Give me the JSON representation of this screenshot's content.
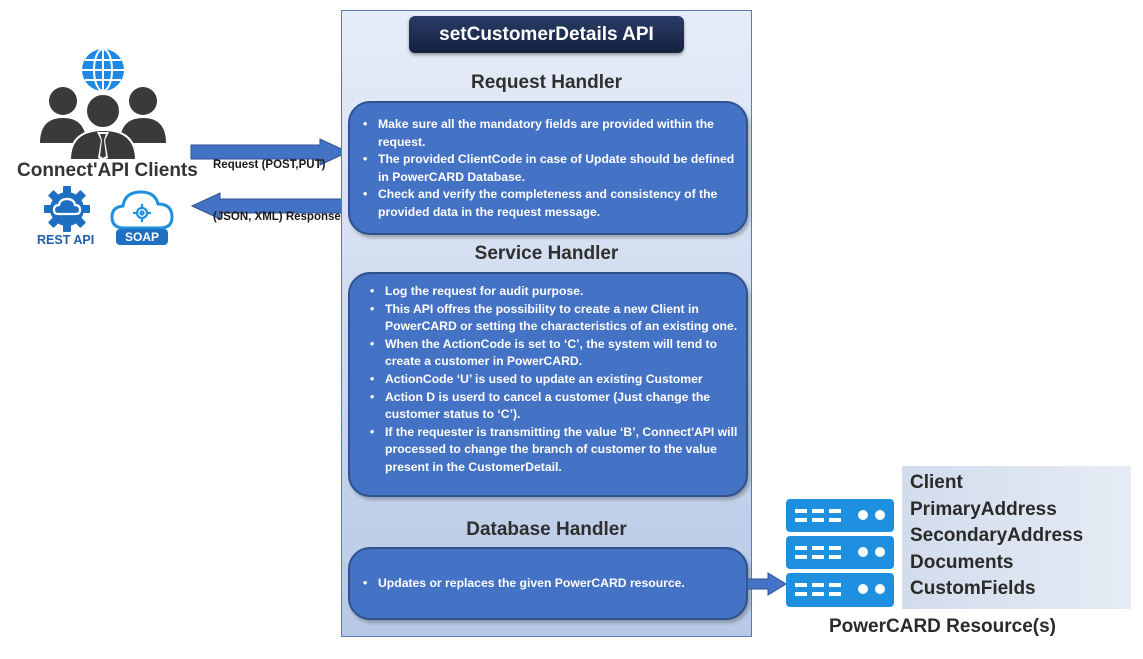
{
  "api": {
    "title": "setCustomerDetails  API"
  },
  "clients": {
    "label": "Connect'API Clients",
    "rest_label": "REST API",
    "soap_label": "SOAP",
    "request_label": "Request (POST,PUT)",
    "response_label": "(JSON, XML) Response"
  },
  "request_handler": {
    "title": "Request Handler",
    "items": [
      "Make sure all the mandatory fields are provided within the request.",
      "The provided ClientCode in case of Update should be defined in PowerCARD Database.",
      "Check and verify the completeness and consistency of the provided data in the request message."
    ]
  },
  "service_handler": {
    "title": "Service Handler",
    "items": [
      "Log the request for audit purpose.",
      "This API offres the possibility to create a new Client in PowerCARD or setting the characteristics of an existing one.",
      "When the ActionCode is set to ‘C’, the system will tend to create a customer in PowerCARD.",
      "ActionCode ‘U’ is used to update an existing Customer",
      "Action D is userd to cancel a customer (Just change the customer status to ‘C’).",
      "If the requester is transmitting the value ‘B’, Connect'API will processed to change the branch of customer to the value present in the CustomerDetail."
    ]
  },
  "database_handler": {
    "title": "Database Handler",
    "items": [
      "Updates or replaces the given PowerCARD resource."
    ]
  },
  "resources": {
    "items": [
      "Client",
      "PrimaryAddress",
      "SecondaryAddress",
      "Documents",
      "CustomFields"
    ],
    "caption": "PowerCARD Resource(s)"
  },
  "colors": {
    "bubble": "#4472c4",
    "title_bar": "#1f2d52",
    "arrow": "#4472c4",
    "server": "#1f8fe0"
  },
  "icons": [
    "globe-icon",
    "users-icon",
    "rest-gear-cloud-icon",
    "soap-cloud-gear-icon",
    "server-stack-icon"
  ]
}
